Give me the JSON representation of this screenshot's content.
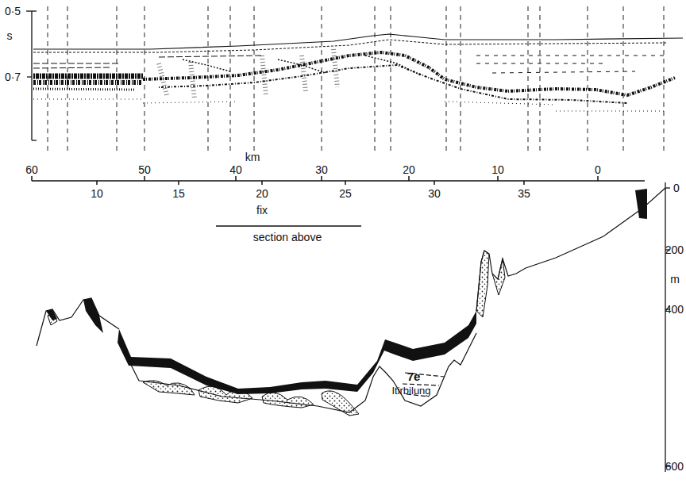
{
  "diagram": {
    "labels": [
      "0·5",
      "s",
      "0·7",
      "60",
      "50",
      "40",
      "km",
      "30",
      "20",
      "10",
      "0",
      "10",
      "15",
      "20",
      "25",
      "30",
      "35",
      "fix",
      "section above",
      "0",
      "200",
      "m",
      "400",
      "600",
      "7e",
      "Itirbilung"
    ]
  }
}
